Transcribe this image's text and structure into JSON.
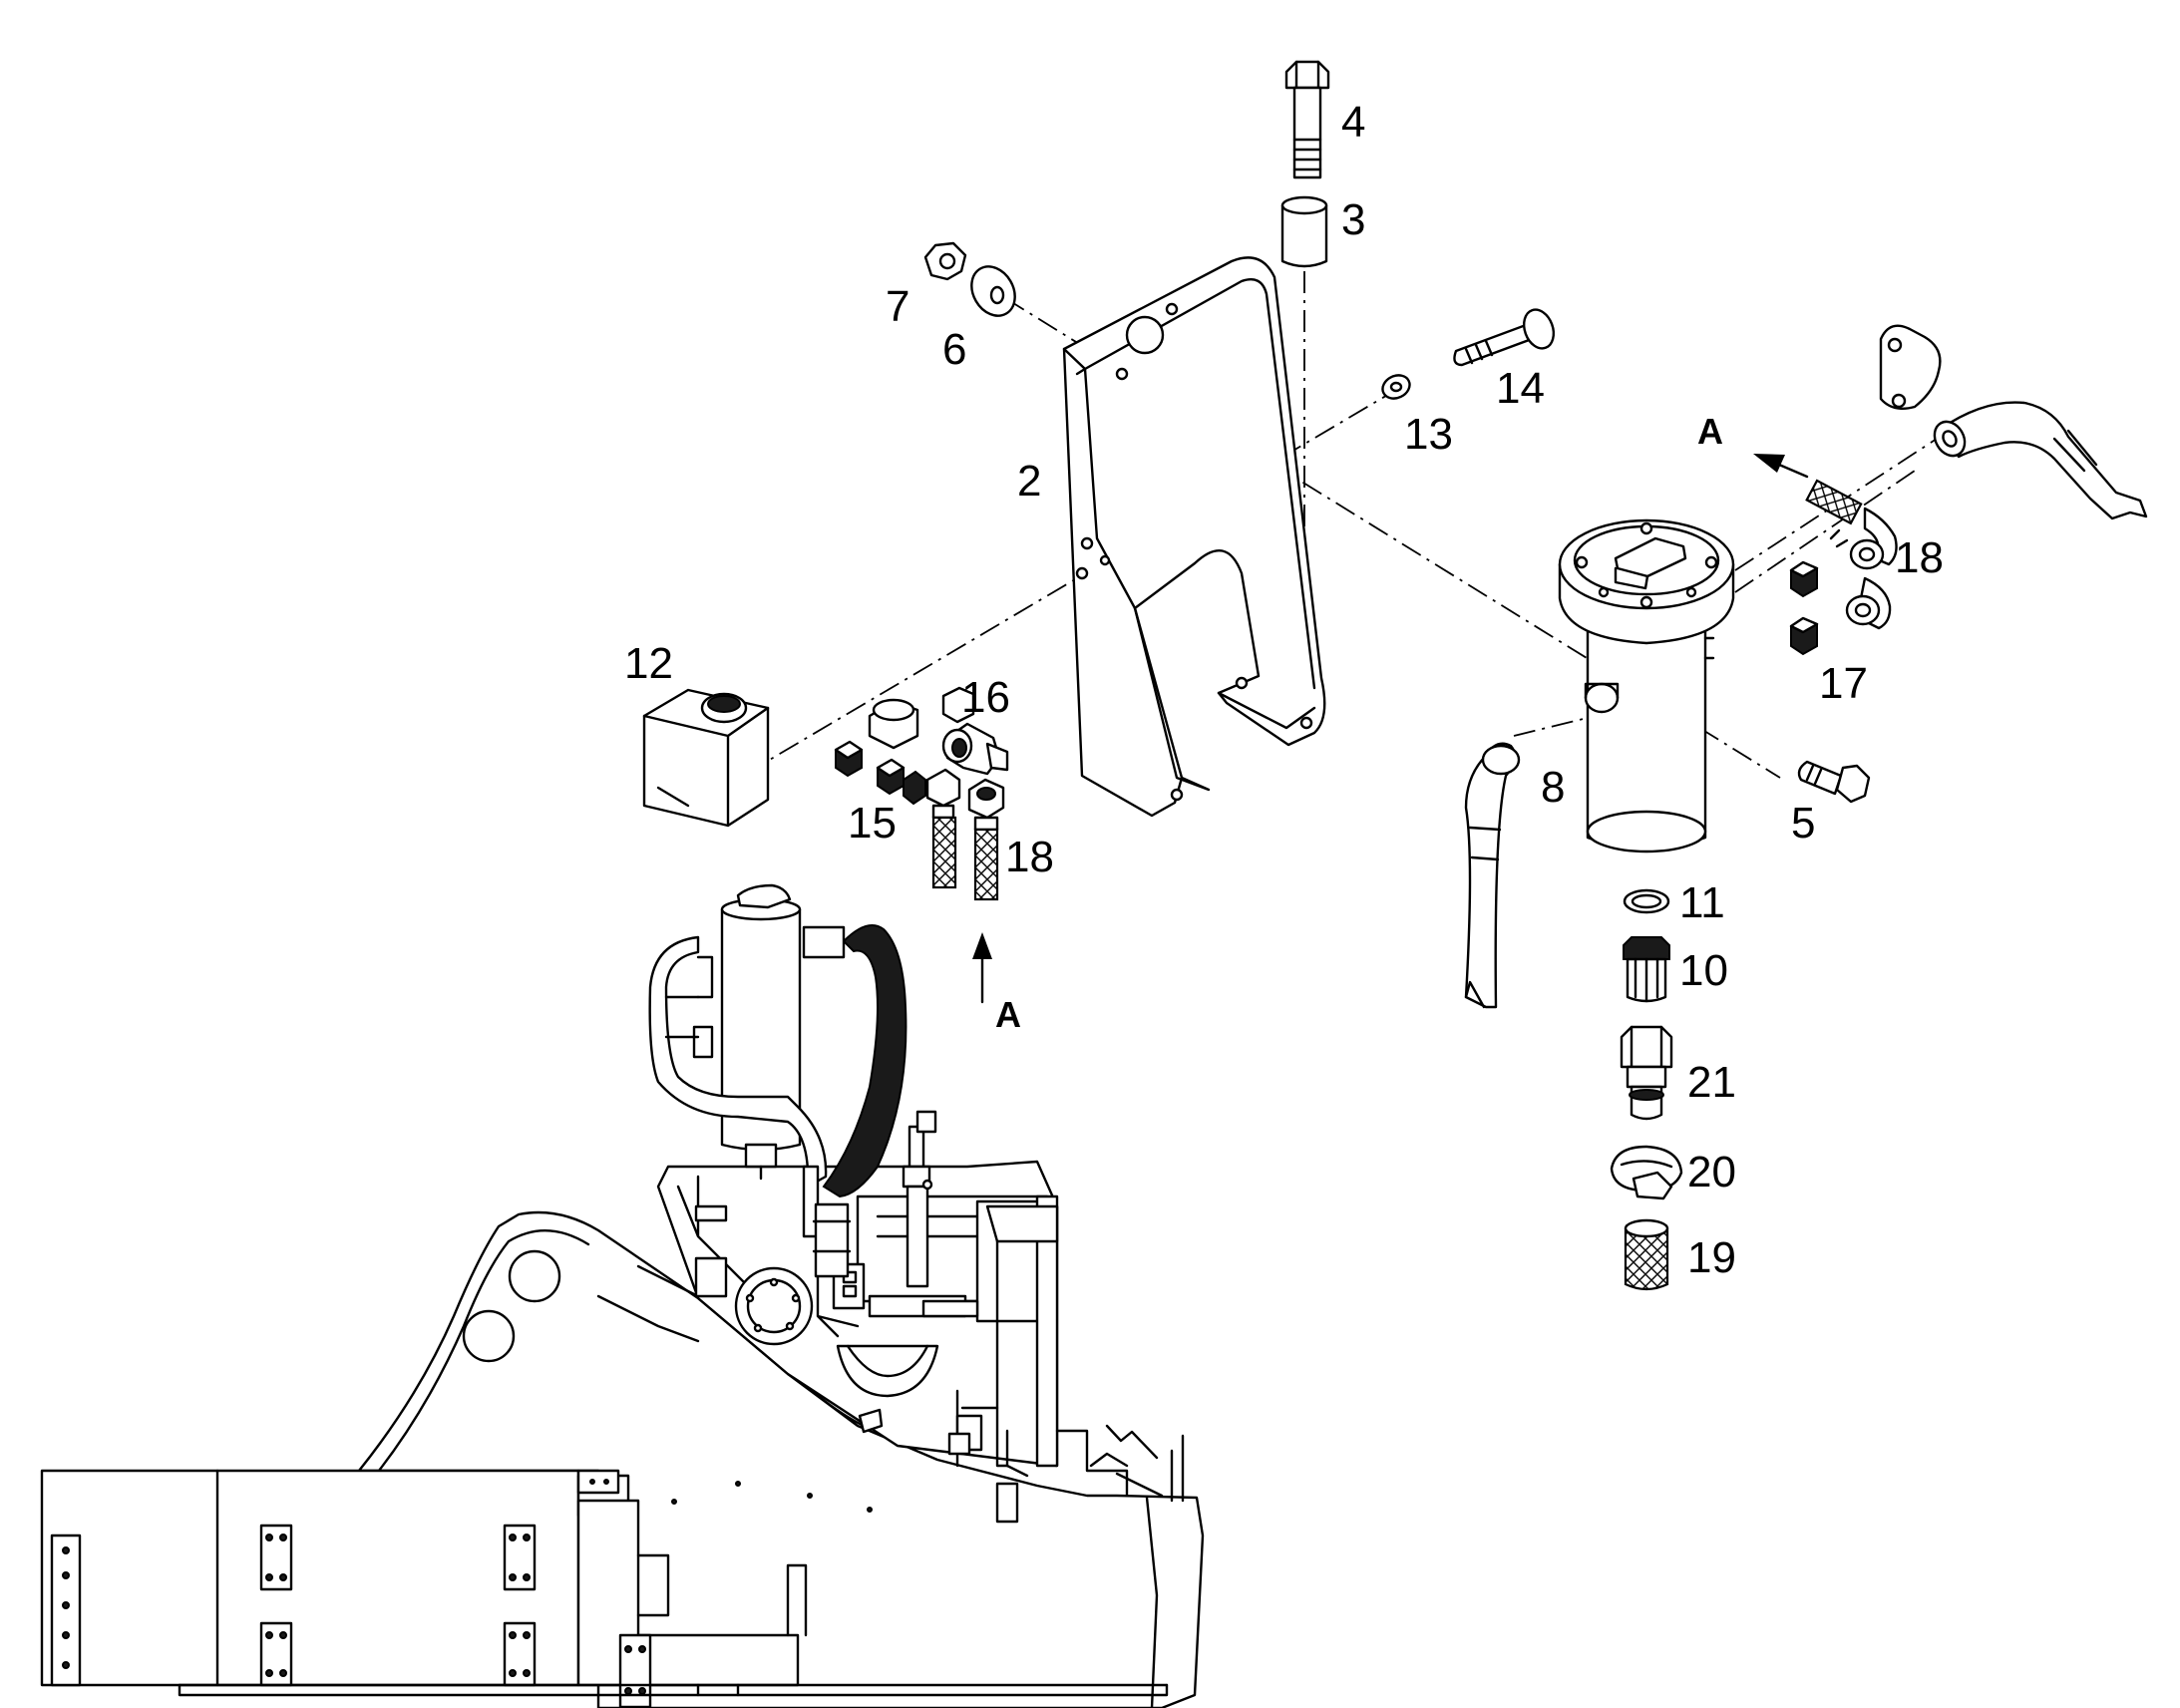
{
  "callouts": [
    {
      "id": "4",
      "text": "4"
    },
    {
      "id": "3",
      "text": "3"
    },
    {
      "id": "7",
      "text": "7"
    },
    {
      "id": "6",
      "text": "6"
    },
    {
      "id": "14",
      "text": "14"
    },
    {
      "id": "13",
      "text": "13"
    },
    {
      "id": "2",
      "text": "2"
    },
    {
      "id": "A-top",
      "text": "A"
    },
    {
      "id": "18-top",
      "text": "18"
    },
    {
      "id": "17",
      "text": "17"
    },
    {
      "id": "12",
      "text": "12"
    },
    {
      "id": "16",
      "text": "16"
    },
    {
      "id": "15",
      "text": "15"
    },
    {
      "id": "18-left",
      "text": "18"
    },
    {
      "id": "8",
      "text": "8"
    },
    {
      "id": "5",
      "text": "5"
    },
    {
      "id": "11",
      "text": "11"
    },
    {
      "id": "10",
      "text": "10"
    },
    {
      "id": "A-bottom",
      "text": "A"
    },
    {
      "id": "21",
      "text": "21"
    },
    {
      "id": "20",
      "text": "20"
    },
    {
      "id": "19",
      "text": "19"
    }
  ]
}
